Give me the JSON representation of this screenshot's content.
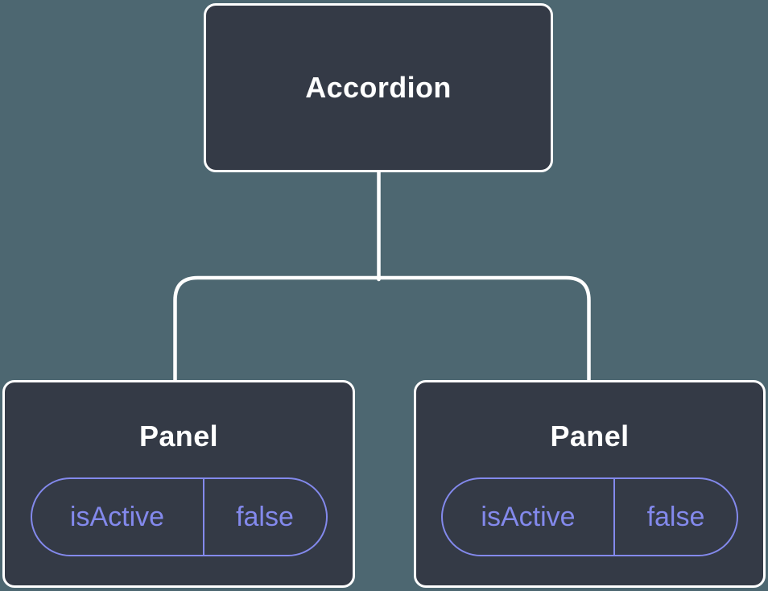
{
  "diagram": {
    "colors": {
      "background": "#4d6771",
      "node_fill": "#343a46",
      "node_border": "#ffffff",
      "node_text": "#ffffff",
      "state_accent": "#8389ec",
      "connector": "#ffffff"
    },
    "root": {
      "label": "Accordion"
    },
    "panels": [
      {
        "title": "Panel",
        "state": {
          "key": "isActive",
          "value": "false"
        }
      },
      {
        "title": "Panel",
        "state": {
          "key": "isActive",
          "value": "false"
        }
      }
    ]
  }
}
